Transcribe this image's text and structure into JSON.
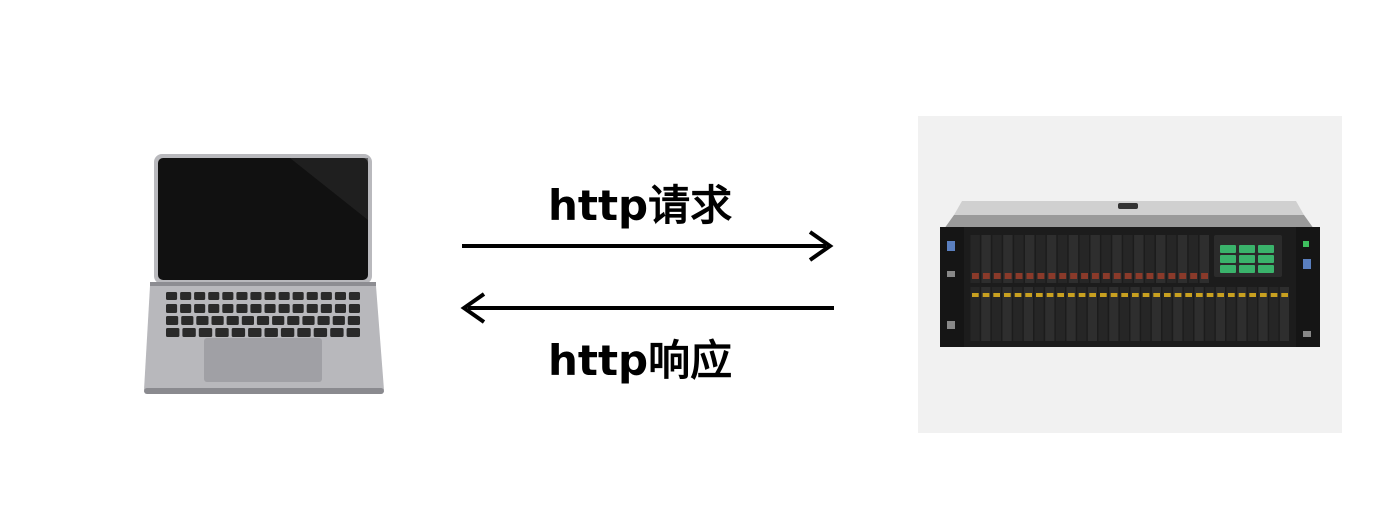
{
  "client": {
    "icon": "laptop-icon"
  },
  "server": {
    "icon": "rack-server-icon"
  },
  "request": {
    "label": "http请求",
    "direction": "client-to-server"
  },
  "response": {
    "label": "http响应",
    "direction": "server-to-client"
  },
  "colors": {
    "arrow": "#000000",
    "panel_background": "#f1f1f1",
    "server_status_screen": "#3ab36b",
    "drive_light": "#c8a020"
  }
}
